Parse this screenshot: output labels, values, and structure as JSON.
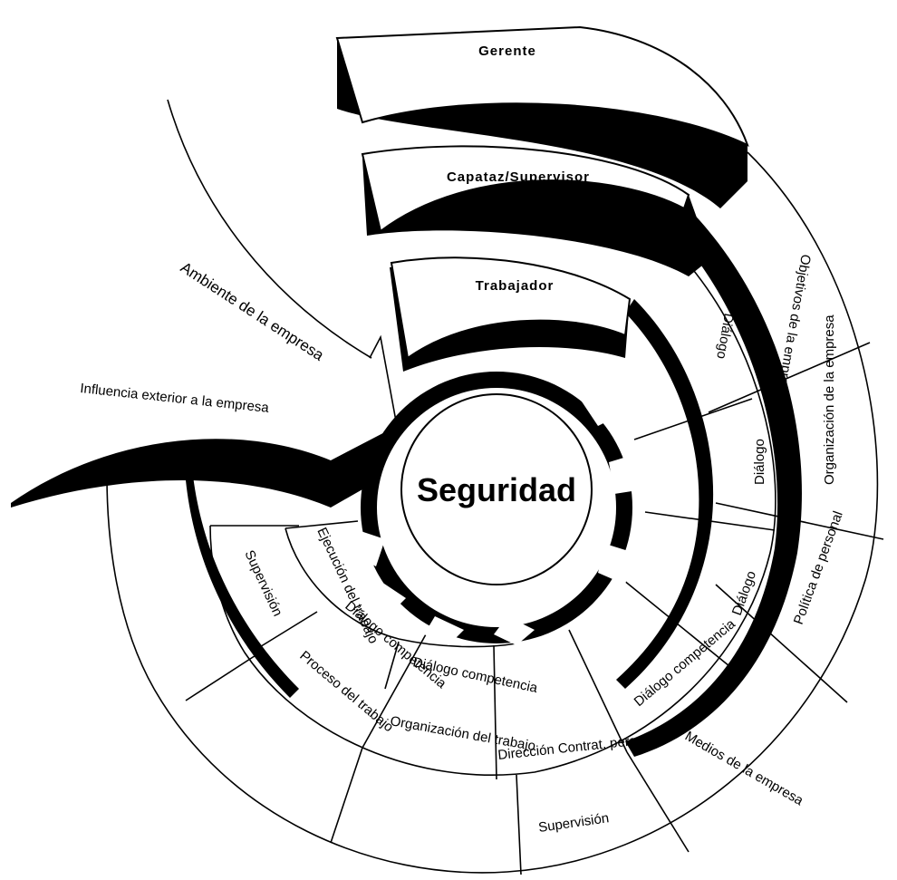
{
  "center": {
    "label": "Seguridad"
  },
  "levels": {
    "top": "Gerente",
    "middle": "Capataz/Supervisor",
    "bottom": "Trabajador"
  },
  "external": {
    "environment": "Ambiente de la empresa",
    "influence": "Influencia exterior a la empresa"
  },
  "outer_ring": {
    "objectives": "Objetivos de la empresa",
    "organization": "Organización de la empresa",
    "personnel_policy": "Política de personal",
    "company_means": "Medios de la empresa",
    "supervision_bottom": "Supervisión",
    "supervision_left": "Supervisión"
  },
  "middle_ring": {
    "dialog_1": "Diálogo",
    "dialog_2": "Diálogo",
    "dialog_3": "Diálogo",
    "dialog_competence": "Diálogo competencia",
    "direction": "Dirección Contrat. personal",
    "work_organization": "Organización del trabajo",
    "work_process": "Proceso del trabajo"
  },
  "inner_ring": {
    "work_execution": "Ejecución del trabajo",
    "dialog_competence_1": "Diálogo competencia",
    "dialog_competence_2": "Diálogo competencia"
  },
  "colors": {
    "ink": "#000000",
    "paper": "#ffffff"
  }
}
